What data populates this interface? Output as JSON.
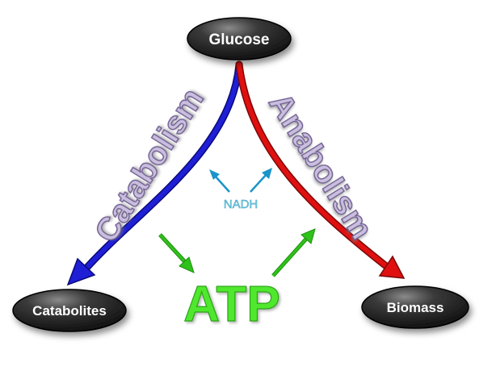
{
  "nodes": {
    "glucose": "Glucose",
    "catabolites": "Catabolites",
    "biomass": "Biomass"
  },
  "processes": {
    "catabolism": "Catabolism",
    "anabolism": "Anabolism"
  },
  "cofactor": "NADH",
  "energy": "ATP",
  "colors": {
    "catabolism_arrow": "#1f1fd6",
    "anabolism_arrow": "#e01010",
    "atp_arrows": "#2fc21a",
    "nadh_arrows": "#1b95c8",
    "node_fill": "#1e1e1e",
    "process_text": "#c9bedd",
    "atp_text": "#4fe82f"
  }
}
